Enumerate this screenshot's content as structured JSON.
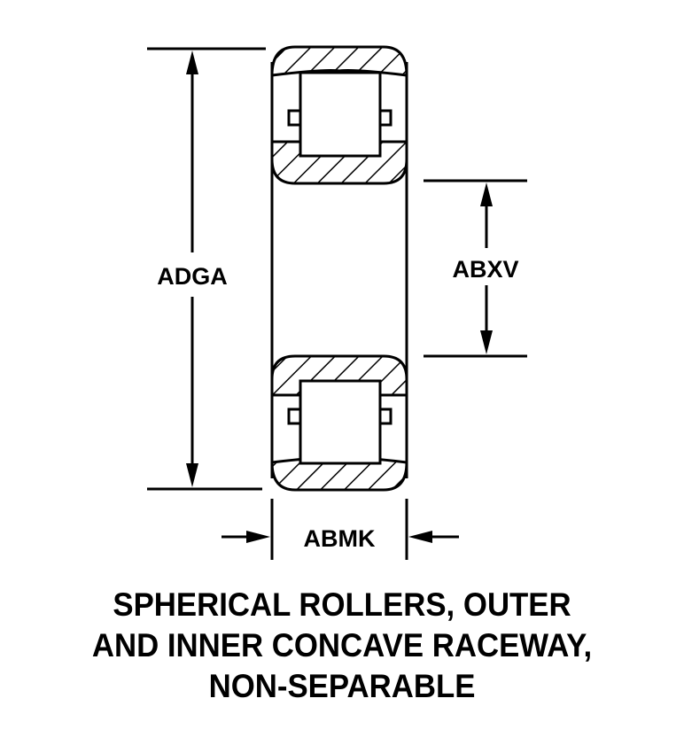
{
  "diagram": {
    "subject": "Roller bearing cross-section",
    "colors": {
      "ink": "#000000",
      "background": "#ffffff"
    },
    "dimensions": {
      "outer_diameter": {
        "code": "ADGA"
      },
      "bore_diameter": {
        "code": "ABXV"
      },
      "width": {
        "code": "ABMK"
      }
    },
    "caption": {
      "lines": [
        "SPHERICAL ROLLERS, OUTER",
        "AND INNER CONCAVE RACEWAY,",
        "NON-SEPARABLE"
      ]
    }
  }
}
